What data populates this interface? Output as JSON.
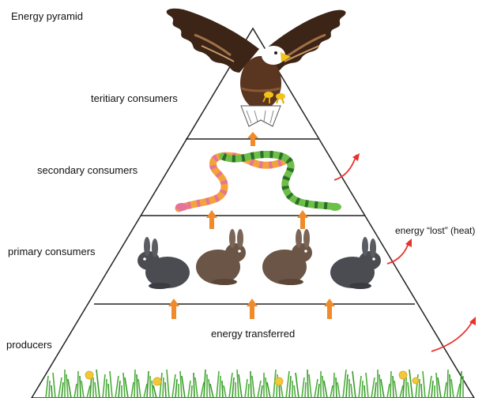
{
  "title": "Energy pyramid",
  "levels": {
    "tertiary": "teritiary consumers",
    "secondary": "secondary consumers",
    "primary": "primary consumers",
    "producers": "producers"
  },
  "annotations": {
    "transferred": "energy transferred",
    "lost": "energy “lost” (heat)"
  },
  "organisms": {
    "apex": "eagle-icon",
    "secondary": "snake-icon",
    "primary": "rabbit-icon",
    "producers": "grass-icon"
  },
  "colors": {
    "outline": "#222222",
    "arrow_up": "#f08a2a",
    "arrow_heat": "#e8322a",
    "eagle_body": "#5a3520",
    "eagle_wing": "#3c2416",
    "snake_orange": "#f2a33a",
    "snake_pink": "#e8739a",
    "snake_green": "#6cc04a",
    "snake_dark": "#2f6b2a",
    "rabbit_gray": "#4a4c52",
    "rabbit_brown": "#6b5546",
    "grass": "#4cae3a",
    "flower": "#f2c83a"
  }
}
